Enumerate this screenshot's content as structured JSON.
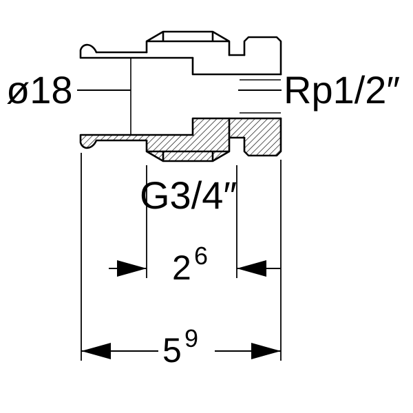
{
  "labels": {
    "pipe_diameter": "ø18",
    "thread_female": "Rp1/2″",
    "thread_union": "G3/4″"
  },
  "dimensions": {
    "dim_middle": {
      "base": "2",
      "sup": "6"
    },
    "dim_overall": {
      "base": "5",
      "sup": "9"
    }
  },
  "colors": {
    "line": "#000000",
    "background": "#ffffff"
  }
}
